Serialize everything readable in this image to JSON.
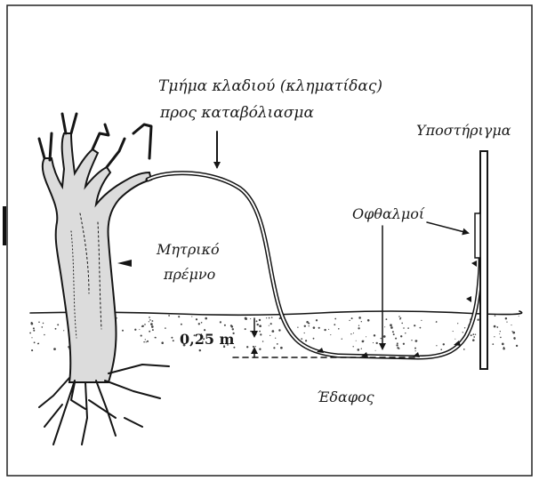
{
  "diagram": {
    "labels": {
      "cane_line1": "Τμήμα κλαδιού (κληματίδας)",
      "cane_line2": "προς καταβόλιασμα",
      "support": "Υποστήριγμα",
      "buds": "Οφθαλμοί",
      "mother_line1": "Μητρικό",
      "mother_line2": "πρέμνο",
      "depth": "0,25 m",
      "soil": "Έδαφος"
    },
    "colors": {
      "ink": "#151515",
      "soil_speckle": "#444444",
      "background": "#ffffff"
    },
    "icons": {
      "arrow": "arrow-down-icon"
    }
  }
}
